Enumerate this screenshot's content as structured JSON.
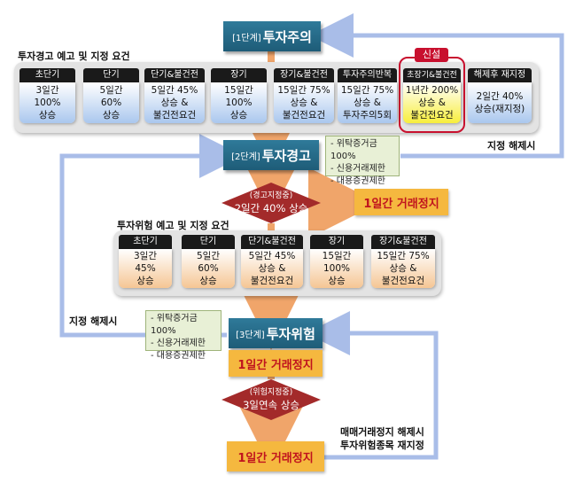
{
  "stage1": {
    "prefix": "[1단계]",
    "title": "투자주의"
  },
  "stage2": {
    "prefix": "[2단계]",
    "title": "투자경고"
  },
  "stage3": {
    "prefix": "[3단계]",
    "title": "투자위험"
  },
  "warning_panel": {
    "title": "투자경고 예고 및 지정 요건",
    "cards": [
      {
        "header": "초단기",
        "lines": [
          "3일간",
          "100%",
          "상승"
        ]
      },
      {
        "header": "단기",
        "lines": [
          "5일간",
          "60%",
          "상승"
        ]
      },
      {
        "header": "단기&불건전",
        "lines": [
          "5일간 45%",
          "상승 &",
          "불건전요건"
        ]
      },
      {
        "header": "장기",
        "lines": [
          "15일간",
          "100%",
          "상승"
        ]
      },
      {
        "header": "장기&불건전",
        "lines": [
          "15일간 75%",
          "상승 &",
          "불건전요건"
        ]
      },
      {
        "header": "투자주의반복",
        "lines": [
          "15일간 75%",
          "상승 &",
          "투자주의5회"
        ]
      },
      {
        "header": "초장기&불건전",
        "lines": [
          "1년간 200%",
          "상승 &",
          "불건전요건"
        ]
      },
      {
        "header": "해제후 재지정",
        "lines": [
          "2일간 40%",
          "상승(재지정)"
        ]
      }
    ],
    "new_badge": "신설"
  },
  "warning_restrictions": [
    "- 위탁증거금100%",
    "- 신용거래제한",
    "- 대용증권제한"
  ],
  "release_label_top": "지정 해제시",
  "diamond1": {
    "sub": "(경고지정중)",
    "main": "2일간 40% 상승"
  },
  "halt1": "1일간 거래정지",
  "danger_panel": {
    "title": "투자위험 예고 및 지정 요건",
    "cards": [
      {
        "header": "초단기",
        "lines": [
          "3일간",
          "45%",
          "상승"
        ]
      },
      {
        "header": "단기",
        "lines": [
          "5일간",
          "60%",
          "상승"
        ]
      },
      {
        "header": "단기&불건전",
        "lines": [
          "5일간 45%",
          "상승 &",
          "불건전요건"
        ]
      },
      {
        "header": "장기",
        "lines": [
          "15일간",
          "100%",
          "상승"
        ]
      },
      {
        "header": "장기&불건전",
        "lines": [
          "15일간 75%",
          "상승 &",
          "불건전요건"
        ]
      }
    ]
  },
  "release_label_left": "지정 해제시",
  "danger_restrictions": [
    "- 위탁증거금100%",
    "- 신용거래제한",
    "- 대용증권제한"
  ],
  "halt2": "1일간 거래정지",
  "diamond2": {
    "sub": "(위험지정중)",
    "main": "3일연속 상승"
  },
  "halt3": "1일간 거래정지",
  "release_label_bottom": [
    "매매거래정지 해제시",
    "투자위험종목 재지정"
  ],
  "colors": {
    "stage": "#1e5c78",
    "arrow_orange": "#f0a56a",
    "arrow_blue": "#a9bde8",
    "diamond": "#a32a2a",
    "halt": "#f5b83f",
    "new_badge": "#c8102e"
  }
}
